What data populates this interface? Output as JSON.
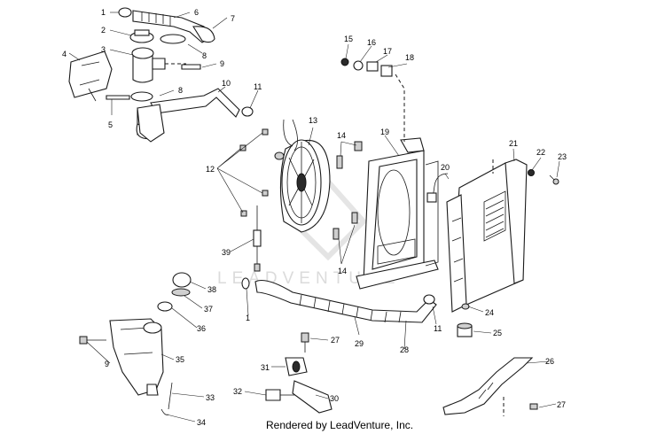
{
  "watermark": {
    "text": "LEADVENTURE"
  },
  "credit": {
    "text": "Rendered by LeadVenture, Inc."
  },
  "callouts": {
    "n1": "1",
    "n2": "2",
    "n3": "3",
    "n4": "4",
    "n5": "5",
    "n6": "6",
    "n7": "7",
    "n8": "8",
    "n9": "9",
    "n10": "10",
    "n11": "11",
    "n12": "12",
    "n13": "13",
    "n14": "14",
    "n15": "15",
    "n16": "16",
    "n17": "17",
    "n18": "18",
    "n19": "19",
    "n20": "20",
    "n21": "21",
    "n22": "22",
    "n23": "23",
    "n24": "24",
    "n25": "25",
    "n26": "26",
    "n27": "27",
    "n28": "28",
    "n29": "29",
    "n30": "30",
    "n31": "31",
    "n32": "32",
    "n33": "33",
    "n34": "34",
    "n35": "35",
    "n36": "36",
    "n37": "37",
    "n38": "38",
    "n39": "39"
  }
}
